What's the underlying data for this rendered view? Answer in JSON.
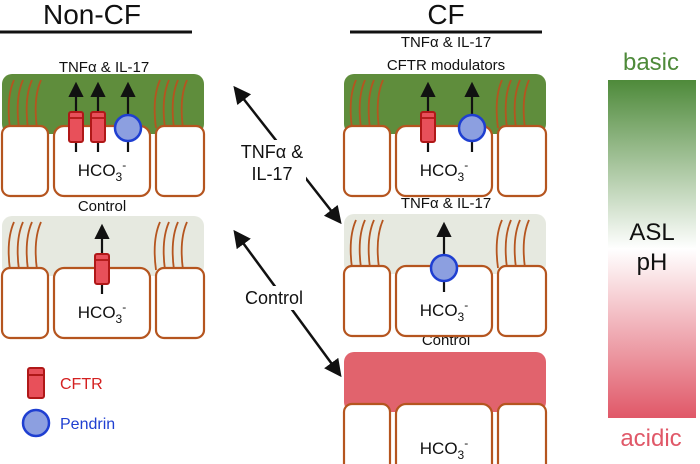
{
  "columns": {
    "non_cf": "Non-CF",
    "cf": "CF"
  },
  "conditions": {
    "noncf_top": "TNFα & IL-17",
    "noncf_bottom": "Control",
    "cf_top_line1": "TNFα & IL-17",
    "cf_top_line2": "CFTR modulators",
    "cf_mid": "TNFα & IL-17",
    "cf_bottom": "Control"
  },
  "bicarbonate": {
    "base": "HCO",
    "sub": "3",
    "sup": "-"
  },
  "middle_labels": {
    "tnf_line1": "TNFα &",
    "tnf_line2": "IL-17",
    "control": "Control"
  },
  "legend": [
    {
      "name": "CFTR",
      "color": "#d42020",
      "icon": "cylinder-channel-icon"
    },
    {
      "name": "Pendrin",
      "color": "#1f3fd1",
      "icon": "circle-transporter-icon"
    }
  ],
  "ph_scale": {
    "top": "basic",
    "mid_line1": "ASL",
    "mid_line2": "pH",
    "bottom": "acidic",
    "colors": {
      "basic": "#5a8a3e",
      "neutral": "#ffffff",
      "acidic": "#e05a6a"
    }
  },
  "colors": {
    "cell_outline": "#b5551f",
    "asl_basic": "#5f8d3c",
    "asl_neutral": "#e6e9e0",
    "asl_acidic": "#e1636d",
    "cftr_fill": "#e8505a",
    "cftr_stroke": "#b01818",
    "pendrin_fill": "#8c9fe0",
    "pendrin_stroke": "#1f3fd1"
  }
}
